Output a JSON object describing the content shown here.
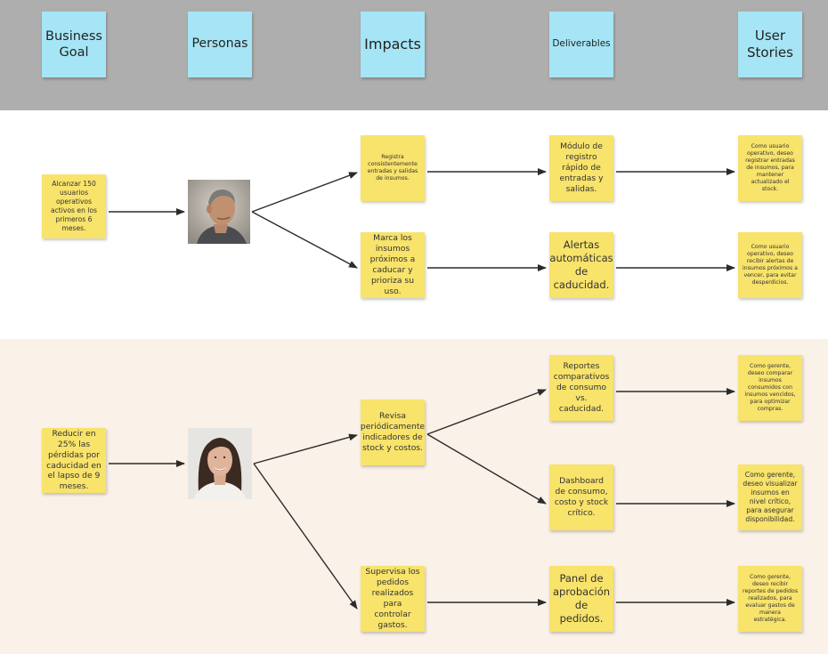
{
  "colors": {
    "header_band": "#aeaeae",
    "header_note": "#a6e5f5",
    "sticky_note": "#f8e36b",
    "row2_band": "#faf1e8",
    "arrow": "#2b2b2b"
  },
  "headers": [
    "Business Goal",
    "Personas",
    "Impacts",
    "Deliverables",
    "User Stories"
  ],
  "rows": [
    {
      "goal": "Alcanzar 150 usuarios operativos activos en los primeros 6 meses.",
      "persona_icon": "man-portrait-photo",
      "impacts": [
        {
          "text": "Registra consistentemente entradas y salidas de insumos.",
          "deliverables": [
            {
              "text": "Módulo de registro rápido de entradas y salidas.",
              "story": "Como usuario operativo, deseo registrar entradas de insumos, para mantener actualizado el stock."
            }
          ]
        },
        {
          "text": "Marca los insumos próximos a caducar y prioriza su uso.",
          "deliverables": [
            {
              "text": "Alertas automáticas de caducidad.",
              "story": "Como usuario operativo, deseo recibir alertas de insumos próximos a vencer, para evitar desperdicios."
            }
          ]
        }
      ]
    },
    {
      "goal": "Reducir en 25% las pérdidas por caducidad en el lapso de 9 meses.",
      "persona_icon": "woman-portrait-photo",
      "impacts": [
        {
          "text": "Revisa periódicamente indicadores de stock y costos.",
          "deliverables": [
            {
              "text": "Reportes comparativos de consumo vs. caducidad.",
              "story": "Como gerente, deseo comparar insumos consumidos con insumos vencidos, para optimizar compras."
            },
            {
              "text": "Dashboard de consumo, costo y stock crítico.",
              "story": "Como gerente, deseo visualizar insumos en nivel crítico, para asegurar disponibilidad."
            }
          ]
        },
        {
          "text": "Supervisa los pedidos realizados para controlar gastos.",
          "deliverables": [
            {
              "text": "Panel de aprobación de pedidos.",
              "story": "Como gerente, deseo recibir reportes de pedidos realizados, para evaluar gastos de manera estratégica."
            }
          ]
        }
      ]
    }
  ]
}
